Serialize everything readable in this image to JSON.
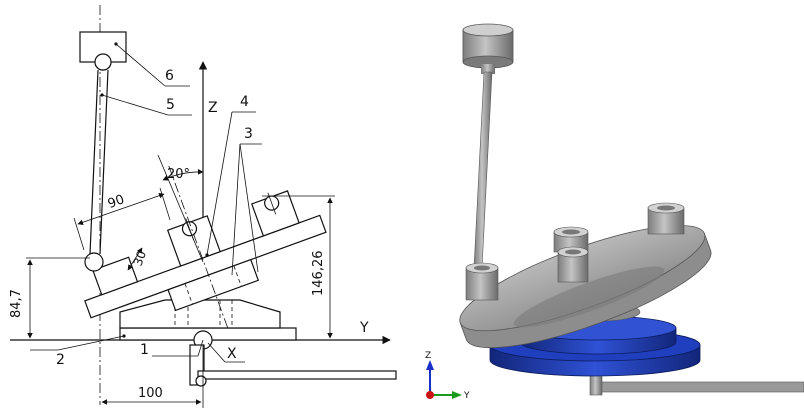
{
  "drawing": {
    "axis_z": "Z",
    "axis_y": "Y",
    "axis_x": "X",
    "callouts": [
      "1",
      "2",
      "3",
      "4",
      "5",
      "6"
    ],
    "dimensions": {
      "angle": "20°",
      "d90": "90",
      "d30": "30",
      "d84": "84,7",
      "d146": "146,26",
      "d100": "100"
    }
  },
  "model": {
    "triad": {
      "z": "Z",
      "y": "Y"
    },
    "colors": {
      "gray": "#a9a9a9",
      "dark_gray": "#6f6f6f",
      "blue": "#1f3fbf",
      "dark_blue": "#12267a"
    }
  }
}
